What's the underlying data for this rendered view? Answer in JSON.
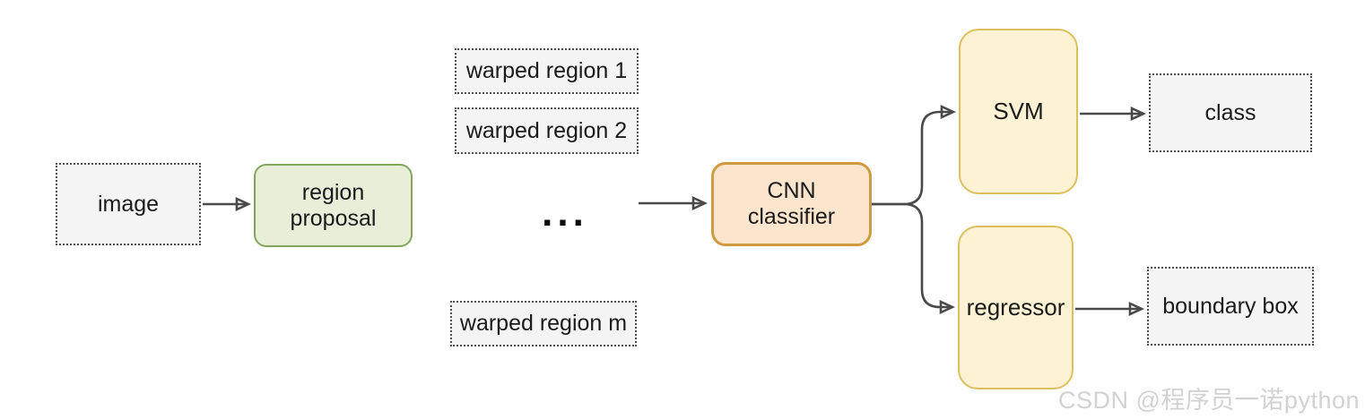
{
  "diagram": {
    "type": "flowchart",
    "topic": "R-CNN object detection pipeline",
    "nodes": {
      "image": {
        "label": "image",
        "style": "dotted-gray"
      },
      "region_proposal": {
        "label": "region proposal",
        "style": "rounded-green"
      },
      "warped_region_1": {
        "label": "warped region 1",
        "style": "dotted-gray"
      },
      "warped_region_2": {
        "label": "warped region 2",
        "style": "dotted-gray"
      },
      "ellipsis": {
        "label": "...",
        "style": "plain-text"
      },
      "warped_region_m": {
        "label": "warped region m",
        "style": "dotted-gray"
      },
      "cnn_classifier": {
        "label": "CNN classifier",
        "style": "rounded-orange"
      },
      "svm": {
        "label": "SVM",
        "style": "rounded-yellow"
      },
      "regressor": {
        "label": "regressor",
        "style": "rounded-yellow"
      },
      "class": {
        "label": "class",
        "style": "dotted-gray"
      },
      "boundary_box": {
        "label": "boundary box",
        "style": "dotted-gray"
      }
    },
    "edges": [
      {
        "from": "image",
        "to": "region_proposal"
      },
      {
        "from": "ellipsis",
        "to": "cnn_classifier"
      },
      {
        "from": "cnn_classifier",
        "to": "svm"
      },
      {
        "from": "cnn_classifier",
        "to": "regressor"
      },
      {
        "from": "svm",
        "to": "class"
      },
      {
        "from": "regressor",
        "to": "boundary_box"
      }
    ],
    "colors": {
      "background": "#ffffff",
      "gray_fill": "#f4f4f5",
      "gray_border": "#4f4f4f",
      "green_fill": "#e8eed8",
      "green_border": "#84a65c",
      "orange_fill": "#fbe5cd",
      "orange_border": "#cf9b40",
      "yellow_fill": "#fdf2d3",
      "yellow_border": "#dcc05e",
      "arrow": "#4a4a4a",
      "watermark": "#d2d2d2"
    },
    "watermark": "CSDN @程序员一诺python"
  }
}
